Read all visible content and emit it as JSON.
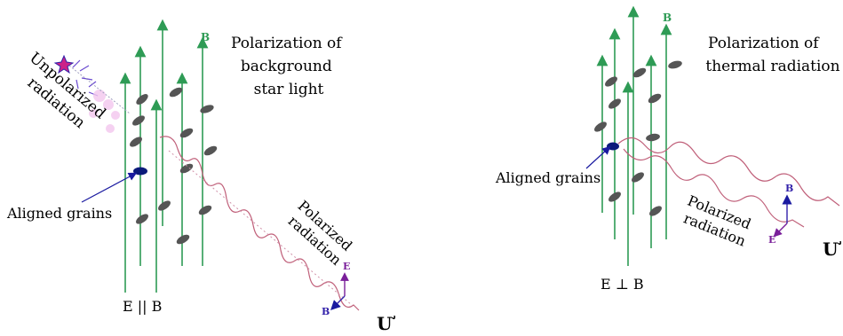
{
  "left_panel": {
    "title_lines": [
      "Polarization of",
      "background",
      "star light"
    ],
    "unpolarized_lines": [
      "Unpolarized",
      "radiation"
    ],
    "aligned_grains": "Aligned grains",
    "polarized_lines": [
      "Polarized",
      "radiation"
    ],
    "field_label": "B",
    "e_label": "E",
    "b_label": "B",
    "relation": "E || B",
    "observer_glyph": "Ư"
  },
  "right_panel": {
    "title_lines": [
      "Polarization of",
      "thermal radiation"
    ],
    "aligned_grains": "Aligned grains",
    "polarized_lines": [
      "Polarized",
      "radiation"
    ],
    "field_label": "B",
    "e_label": "E",
    "b_label": "B",
    "relation": "E ⊥ B",
    "observer_glyph": "Ư"
  },
  "colors": {
    "field_lines": "#2e9b55",
    "grain": "#555555",
    "highlight_grain": "#0b1a7a",
    "wave": "#c0607a",
    "vector": "#7a1f9a",
    "arrow": "#1a1aa0"
  }
}
